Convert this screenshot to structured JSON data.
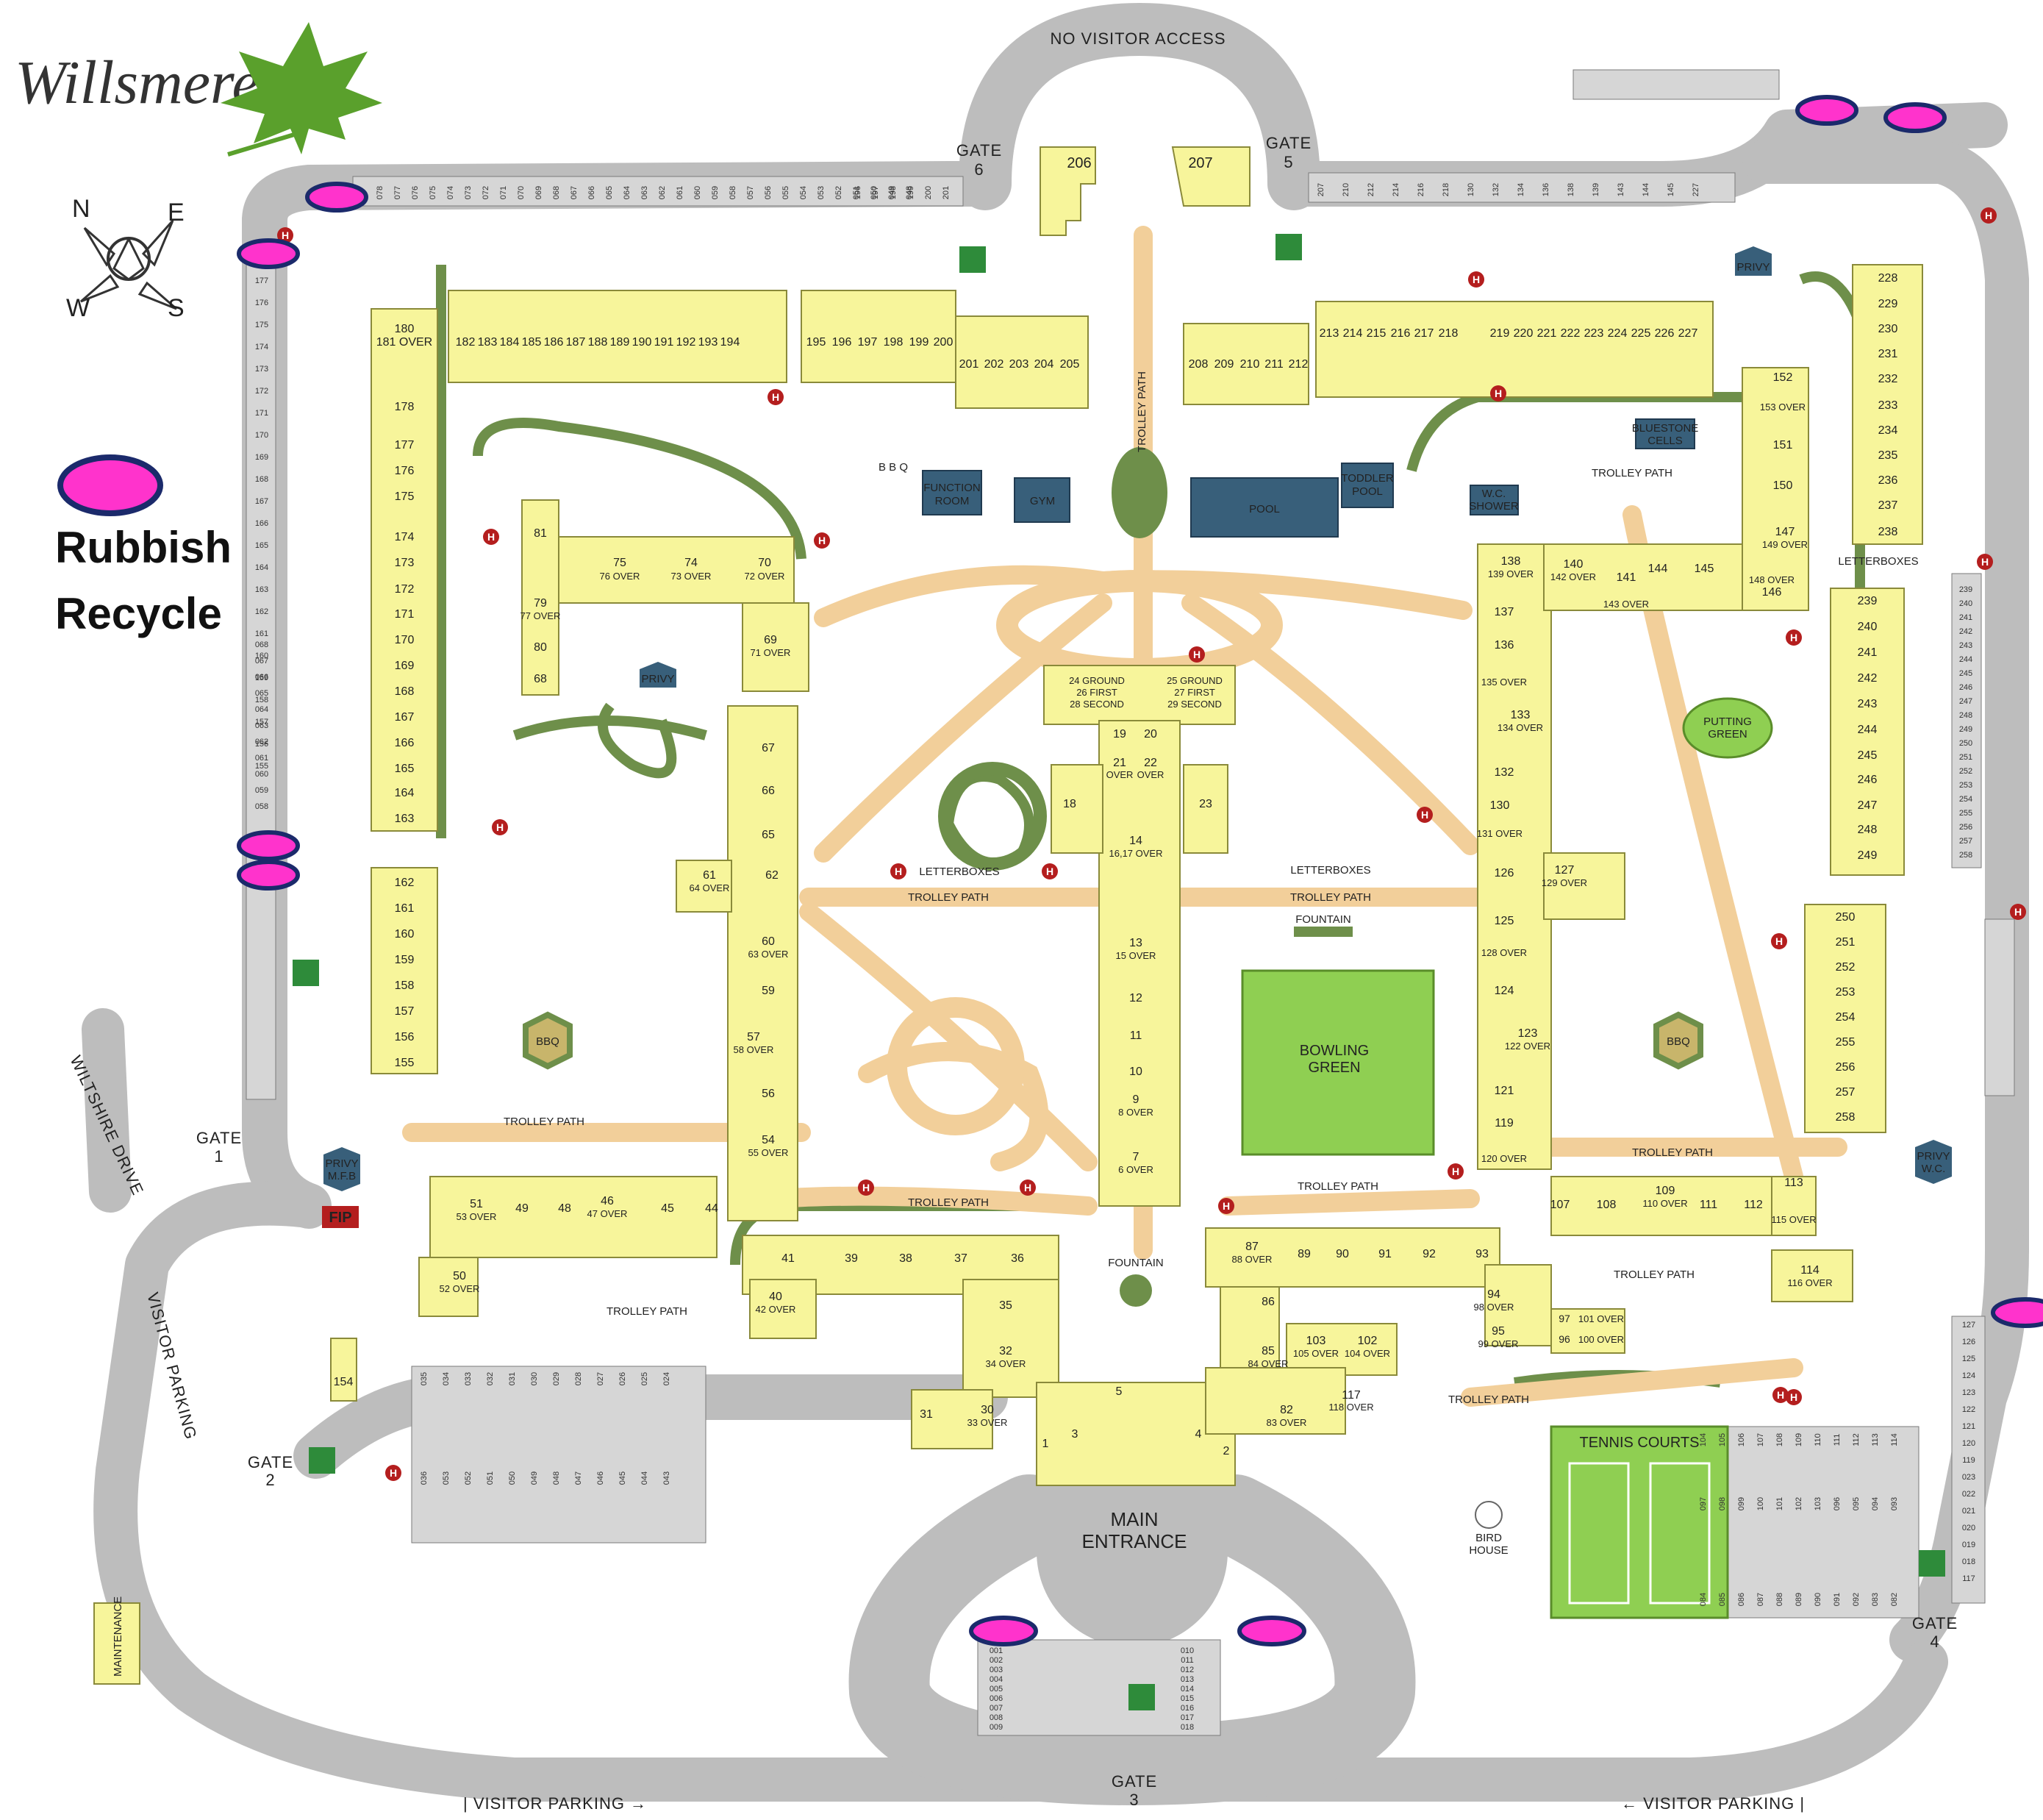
{
  "brand": {
    "name": "Willsmere"
  },
  "legend": {
    "line1": "Rubbish",
    "line2": "Recycle",
    "marker_color": "#ff33cc",
    "marker_border": "#1b2a6b"
  },
  "compass": {
    "n": "N",
    "e": "E",
    "s": "S",
    "w": "W"
  },
  "colors": {
    "road": "#bdbdbd",
    "building": "#f7f59b",
    "building_outline": "#8a8a3a",
    "path_green": "#6e8f4a",
    "trolley_path": "#f2cf9a",
    "lawn": "#8fcf52",
    "pool": "#385f7a",
    "hazard": "#d42020"
  },
  "labels": {
    "no_visitor_access": "NO VISITOR ACCESS",
    "main_entrance_1": "MAIN",
    "main_entrance_2": "ENTRANCE",
    "visitor_parking_left": "| VISITOR PARKING →",
    "visitor_parking_right": "← VISITOR PARKING |",
    "visitor_parking_vertical": "VISITOR PARKING",
    "wiltshire_drive": "WILTSHIRE DRIVE",
    "gate1_a": "GATE",
    "gate1_b": "1",
    "gate2_a": "GATE",
    "gate2_b": "2",
    "gate3_a": "GATE",
    "gate3_b": "3",
    "gate4_a": "GATE",
    "gate4_b": "4",
    "gate5_a": "GATE",
    "gate5_b": "5",
    "gate6_a": "GATE",
    "gate6_b": "6",
    "bowling_green_1": "BOWLING",
    "bowling_green_2": "GREEN",
    "tennis_courts": "TENNIS COURTS",
    "pool": "POOL",
    "toddler_pool_1": "TODDLER",
    "toddler_pool_2": "POOL",
    "function_room_1": "FUNCTION",
    "function_room_2": "ROOM",
    "gym": "GYM",
    "bbq": "BBQ",
    "bbq_top": "B B Q",
    "privy": "PRIVY",
    "privy_mfb_1": "PRIVY",
    "privy_mfb_2": "M.F.B",
    "privy_wc_1": "PRIVY",
    "privy_wc_2": "W.C.",
    "wc_shower_1": "W.C.",
    "wc_shower_2": "SHOWER",
    "bluestone_1": "BLUESTONE",
    "bluestone_2": "CELLS",
    "putting_1": "PUTTING",
    "putting_2": "GREEN",
    "fountain": "FOUNTAIN",
    "letterboxes": "LETTERBOXES",
    "trolley_path": "TROLLEY PATH",
    "bird_house_1": "BIRD",
    "bird_house_2": "HOUSE",
    "maintenance": "MAINTENANCE",
    "fip": "FIP",
    "hydrant": "H"
  },
  "units": {
    "u206": "206",
    "u207": "207",
    "u180": "180",
    "u180b": "181 OVER",
    "u178": "178",
    "u177": "177",
    "u176": "176",
    "u175": "175",
    "u174": "174",
    "u173": "173",
    "u172": "172",
    "u171": "171",
    "u170": "170",
    "u169": "169",
    "u168": "168",
    "u167": "167",
    "u166": "166",
    "u165": "165",
    "u164": "164",
    "u163": "163",
    "u162": "162",
    "u161": "161",
    "u160": "160",
    "u159": "159",
    "u158": "158",
    "u157": "157",
    "u156": "156",
    "u155": "155",
    "u182": "182",
    "u183": "183",
    "u184": "184",
    "u185": "185",
    "u186": "186",
    "u187": "187",
    "u188": "188",
    "u189": "189",
    "u190": "190",
    "u191": "191",
    "u192": "192",
    "u193": "193",
    "u194": "194",
    "u195": "195",
    "u196": "196",
    "u197": "197",
    "u198": "198",
    "u199": "199",
    "u200": "200",
    "u201": "201",
    "u202": "202",
    "u203": "203",
    "u204": "204",
    "u205": "205",
    "u208": "208",
    "u209": "209",
    "u210": "210",
    "u211": "211",
    "u212": "212",
    "u213": "213",
    "u214": "214",
    "u215": "215",
    "u216": "216",
    "u217": "217",
    "u218": "218",
    "u219": "219",
    "u220": "220",
    "u221": "221",
    "u222": "222",
    "u223": "223",
    "u224": "224",
    "u225": "225",
    "u226": "226",
    "u227": "227",
    "u81": "81",
    "u79": "79",
    "u79b": "77 OVER",
    "u80": "80",
    "u68": "68",
    "u75": "75",
    "u75b": "76 OVER",
    "u74": "74",
    "u74b": "73 OVER",
    "u70": "70",
    "u70b": "72 OVER",
    "u69": "69",
    "u69b": "71 OVER",
    "u67": "67",
    "u66": "66",
    "u65": "65",
    "u61": "61",
    "u61b": "64 OVER",
    "u62": "62",
    "u60": "60",
    "u60b": "63 OVER",
    "u59": "59",
    "u57": "57",
    "u57b": "58 OVER",
    "u56": "56",
    "u54": "54",
    "u54b": "55 OVER",
    "u51": "51",
    "u51b": "53 OVER",
    "u49": "49",
    "u48": "48",
    "u46": "46",
    "u46b": "47 OVER",
    "u45": "45",
    "u44": "44",
    "u50": "50",
    "u50b": "52 OVER",
    "u154": "154",
    "u41": "41",
    "u39": "39",
    "u38": "38",
    "u37": "37",
    "u36": "36",
    "u40": "40",
    "u40b": "42 OVER",
    "u35": "35",
    "u32": "32",
    "u32b": "34 OVER",
    "u31": "31",
    "u30": "30",
    "u30b": "33 OVER",
    "u1": "1",
    "u2": "2",
    "u3": "3",
    "u4": "4",
    "u5": "5",
    "u24": "24 GROUND",
    "u24b": "26 FIRST",
    "u24c": "28 SECOND",
    "u25": "25 GROUND",
    "u25b": "27 FIRST",
    "u25c": "29 SECOND",
    "u19": "19",
    "u20": "20",
    "u21": "21",
    "u21b": "OVER",
    "u22": "22",
    "u22b": "OVER",
    "u18": "18",
    "u23": "23",
    "u14": "14",
    "u14b": "16,17 OVER",
    "u13": "13",
    "u13b": "15 OVER",
    "u12": "12",
    "u11": "11",
    "u10": "10",
    "u9": "9",
    "u9b": "8 OVER",
    "u7": "7",
    "u7b": "6 OVER",
    "u87": "87",
    "u87b": "88 OVER",
    "u89": "89",
    "u90": "90",
    "u91": "91",
    "u92": "92",
    "u93": "93",
    "u86": "86",
    "u85": "85",
    "u85b": "84 OVER",
    "u103": "103",
    "u103b": "105 OVER",
    "u102": "102",
    "u102b": "104 OVER",
    "u82": "82",
    "u82b": "83 OVER",
    "u117": "117",
    "u117b": "118 OVER",
    "u94": "94",
    "u94b": "98 OVER",
    "u95": "95",
    "u95b": "99 OVER",
    "u97": "97",
    "u97b": "101 OVER",
    "u96": "96",
    "u96b": "100 OVER",
    "u107": "107",
    "u108": "108",
    "u109": "109",
    "u109b": "110 OVER",
    "u111": "111",
    "u112": "112",
    "u113": "113",
    "u113b": "115 OVER",
    "u114": "114",
    "u114b": "116 OVER",
    "u138": "138",
    "u138b": "139 OVER",
    "u140": "140",
    "u140b": "142 OVER",
    "u141": "141",
    "u141b": "143 OVER",
    "u144": "144",
    "u145": "145",
    "u147": "147",
    "u147b": "149 OVER",
    "u146": "146",
    "u146b": "148 OVER",
    "u137": "137",
    "u136": "136",
    "u135b": "135 OVER",
    "u133": "133",
    "u133b": "134 OVER",
    "u132": "132",
    "u130": "130",
    "u131b": "131 OVER",
    "u126": "126",
    "u127": "127",
    "u127b": "129 OVER",
    "u125": "125",
    "u128b": "128 OVER",
    "u124": "124",
    "u123": "123",
    "u123b": "122 OVER",
    "u121": "121",
    "u119": "119",
    "u120b": "120 OVER",
    "u152": "152",
    "u153b": "153 OVER",
    "u151": "151",
    "u150": "150",
    "u228": "228",
    "u229": "229",
    "u230": "230",
    "u231": "231",
    "u232": "232",
    "u233": "233",
    "u234": "234",
    "u235": "235",
    "u236": "236",
    "u237": "237",
    "u238": "238",
    "u239": "239",
    "u240": "240",
    "u241": "241",
    "u242": "242",
    "u243": "243",
    "u244": "244",
    "u245": "245",
    "u246": "246",
    "u247": "247",
    "u248": "248",
    "u249": "249",
    "u250": "250",
    "u251": "251",
    "u252": "252",
    "u253": "253",
    "u254": "254",
    "u255": "255",
    "u256": "256",
    "u257": "257",
    "u258": "258"
  },
  "parking": {
    "top_row": [
      "078",
      "077",
      "076",
      "075",
      "074",
      "073",
      "072",
      "071",
      "070",
      "069",
      "068",
      "067",
      "066",
      "065",
      "064",
      "063",
      "062",
      "061",
      "060",
      "059",
      "058",
      "057",
      "056",
      "055",
      "054",
      "053",
      "052",
      "051",
      "050",
      "049",
      "048"
    ],
    "top_row_b": [
      "196",
      "197",
      "198",
      "199",
      "200",
      "201"
    ],
    "top_right_row": [
      "207",
      "210",
      "212",
      "214",
      "216",
      "218",
      "130",
      "132",
      "134",
      "136",
      "138",
      "139",
      "143",
      "144",
      "145",
      "227"
    ],
    "left_col": [
      "177",
      "176",
      "175",
      "174",
      "173",
      "172",
      "171",
      "170",
      "169",
      "168",
      "167",
      "166",
      "165",
      "164",
      "163",
      "162",
      "161",
      "160",
      "159",
      "158",
      "157",
      "156",
      "155"
    ],
    "left_col_b": [
      "068",
      "067",
      "066",
      "065",
      "064",
      "063",
      "062",
      "061",
      "060",
      "059",
      "058"
    ],
    "right_col": [
      "239",
      "240",
      "241",
      "242",
      "243",
      "244",
      "245",
      "246",
      "247",
      "248",
      "249",
      "250",
      "251",
      "252",
      "253",
      "254",
      "255",
      "256",
      "257",
      "258"
    ],
    "bottom_left": [
      "035",
      "034",
      "033",
      "032",
      "031",
      "030",
      "029",
      "028",
      "027",
      "026",
      "025",
      "024"
    ],
    "bottom_left_b": [
      "036",
      "053",
      "052",
      "051",
      "050",
      "049",
      "048",
      "047",
      "046",
      "045",
      "044",
      "043"
    ],
    "bottom_mid_a": [
      "001",
      "002",
      "003",
      "004",
      "005",
      "006",
      "007",
      "008",
      "009"
    ],
    "bottom_mid_b": [
      "010",
      "011",
      "012",
      "013",
      "014",
      "015",
      "016",
      "017",
      "018"
    ],
    "bottom_right": [
      "104",
      "105",
      "106",
      "107",
      "108",
      "109",
      "110",
      "111",
      "112",
      "113",
      "114"
    ],
    "bottom_right_b": [
      "097",
      "098",
      "099",
      "100",
      "101",
      "102",
      "103",
      "096",
      "095",
      "094",
      "093"
    ],
    "bottom_right_c": [
      "084",
      "085",
      "086",
      "087",
      "088",
      "089",
      "090",
      "091",
      "092",
      "083",
      "082"
    ],
    "far_right_col": [
      "127",
      "126",
      "125",
      "124",
      "123",
      "122",
      "121",
      "120",
      "119",
      "023",
      "022",
      "021",
      "020",
      "019",
      "018",
      "117"
    ]
  }
}
